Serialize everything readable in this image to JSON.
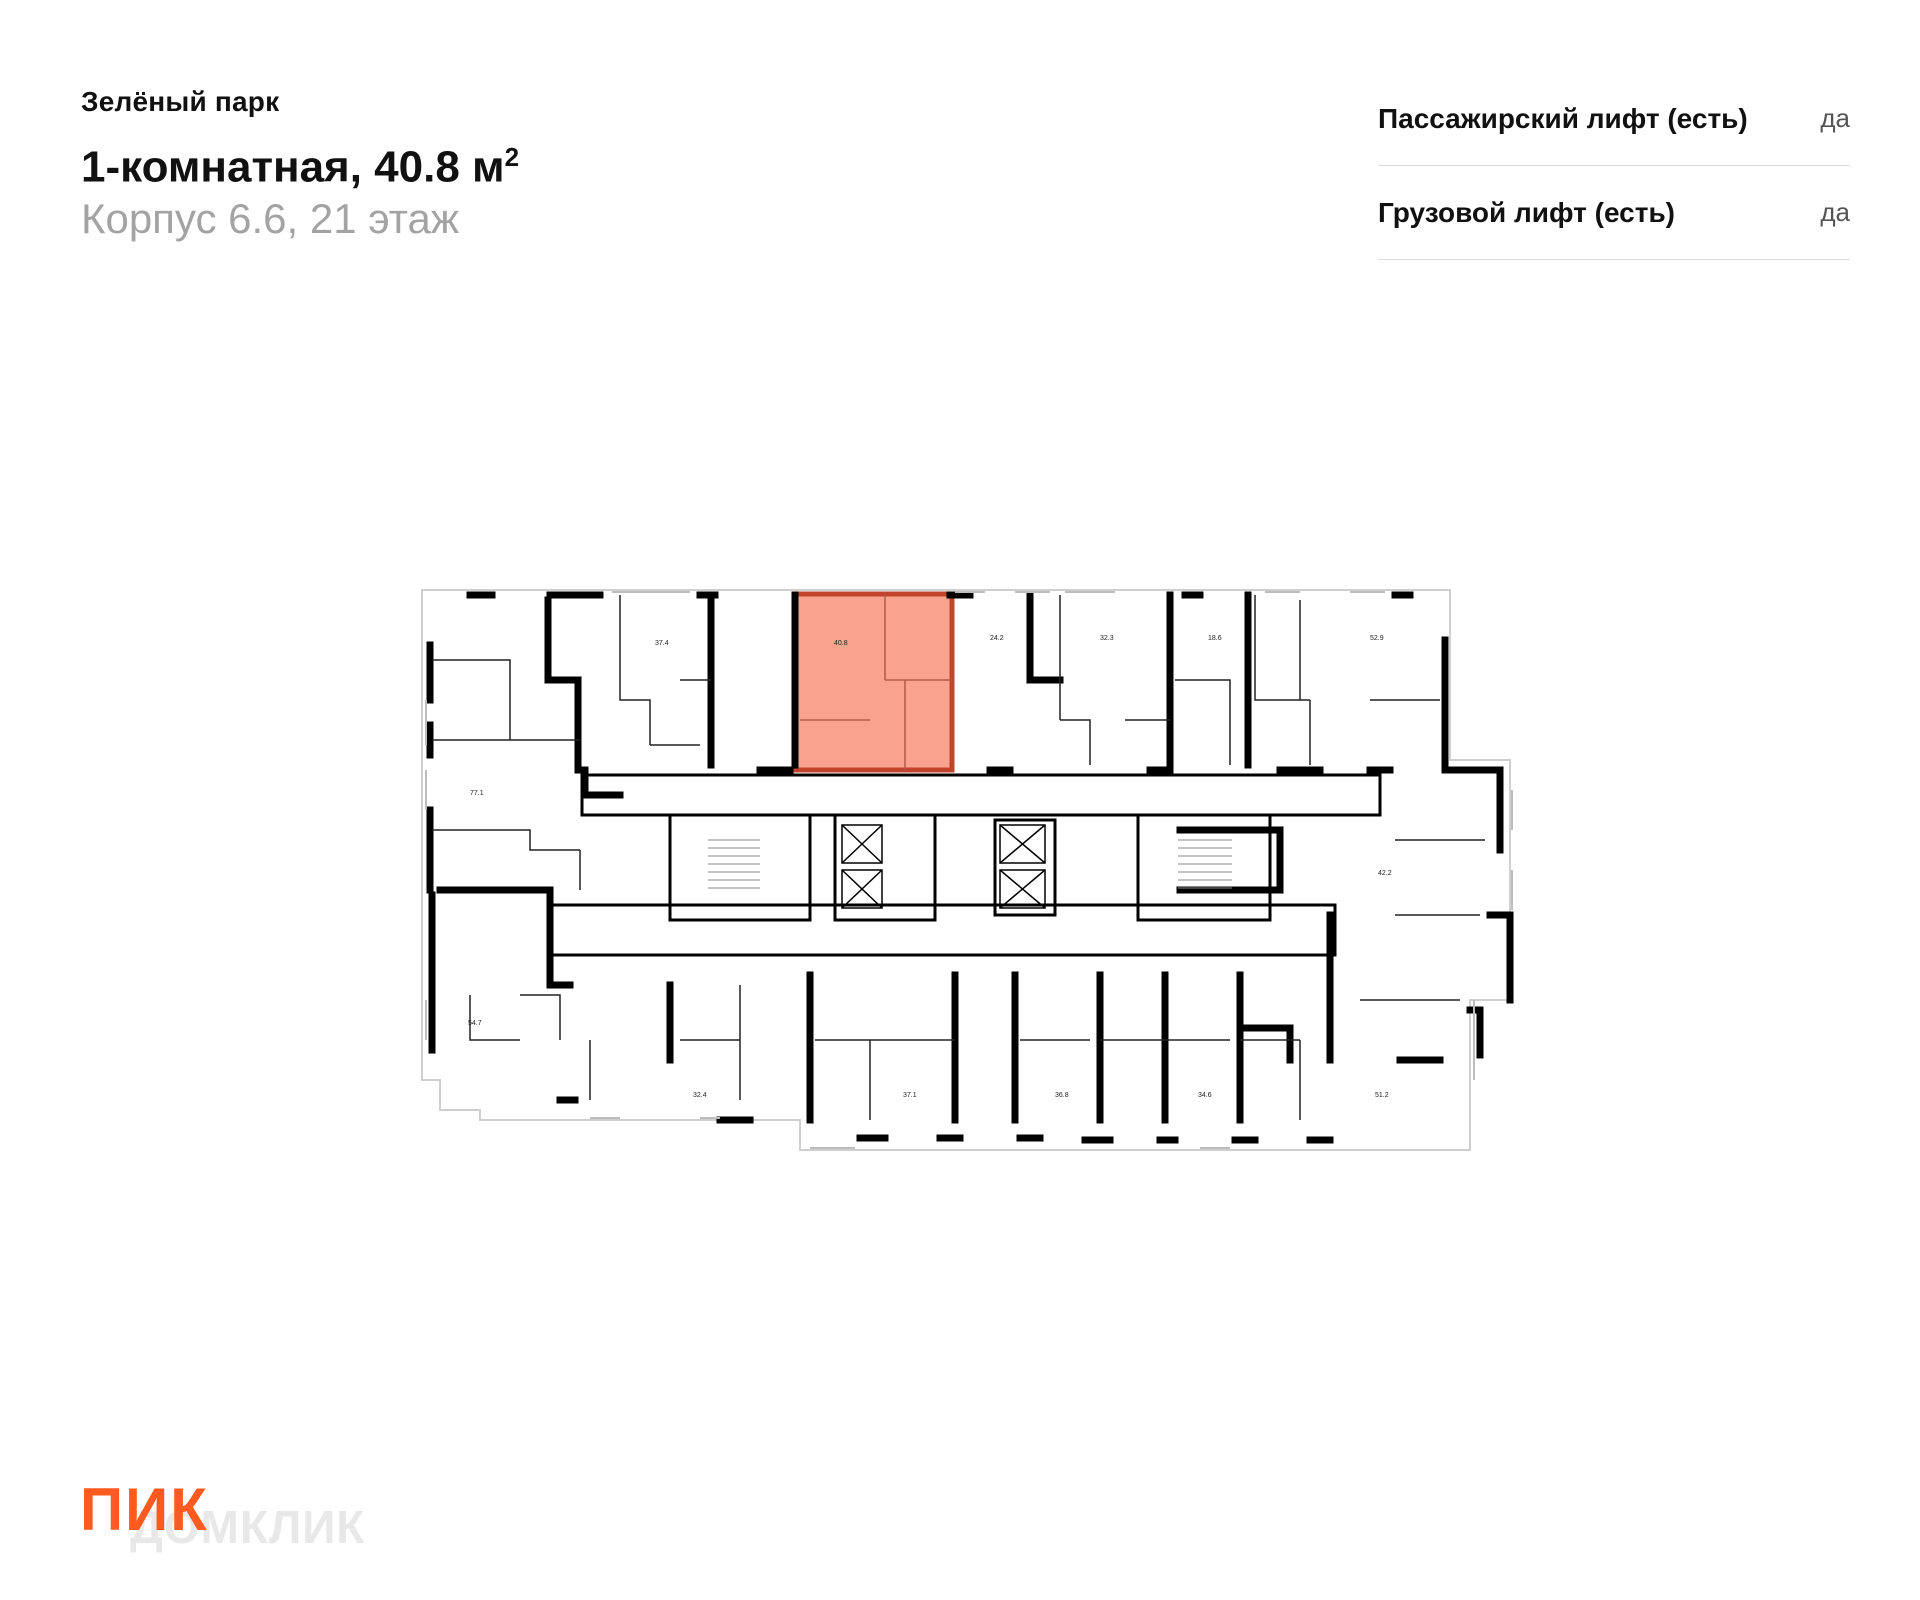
{
  "header": {
    "project": "Зелёный парк",
    "title": "1-комнатная, 40.8 м",
    "title_sup": "2",
    "subtitle": "Корпус 6.6, 21 этаж"
  },
  "specs": [
    {
      "label": "Пассажирский лифт (есть)",
      "value": "да"
    },
    {
      "label": "Грузовой лифт (есть)",
      "value": "да"
    }
  ],
  "plan": {
    "highlight_color": "#f9a38f",
    "rooms": [
      "40.8",
      "37.4",
      "24.2",
      "32.3",
      "18.6",
      "52.9",
      "77.1",
      "42.2",
      "54.7",
      "32.4",
      "37.1",
      "36.8",
      "34.6",
      "51.2"
    ]
  },
  "brand": {
    "logo": "ПИК",
    "watermark": "ДОМКЛИК"
  }
}
